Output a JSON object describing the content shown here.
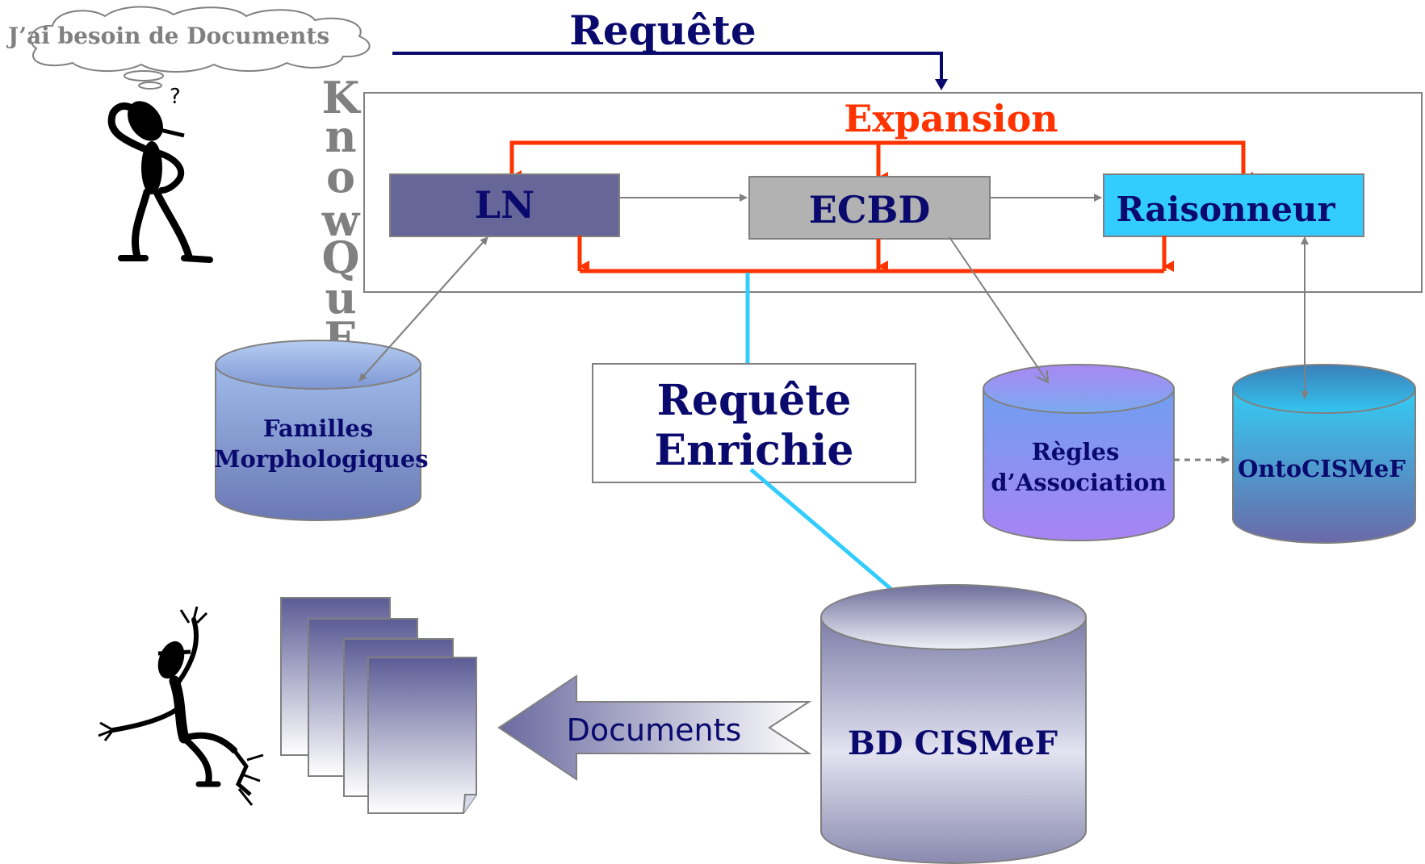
{
  "thought": {
    "text": "J’ai besoin de Documents"
  },
  "request_label": "Requête",
  "system": {
    "vertical_name": [
      "K",
      "n",
      "o",
      "w",
      "Q",
      "u",
      "E"
    ],
    "expansion_label": "Expansion",
    "modules": {
      "ln": "LN",
      "ecbd": "ECBD",
      "reasoner": "Raisonneur"
    }
  },
  "enriched": {
    "line1": "Requête",
    "line2": "Enrichie"
  },
  "databases": {
    "familles": {
      "line1": "Familles",
      "line2": "Morphologiques"
    },
    "regles": {
      "line1": "Règles",
      "line2": "d’Association"
    },
    "onto": {
      "label": "OntoCISMeF"
    },
    "cismef": {
      "label": "BD CISMeF"
    }
  },
  "documents_arrow": {
    "label": "Documents"
  },
  "colors": {
    "navy": "#0a0a6e",
    "expansion_red": "#ff3300",
    "ln_box": "#666699",
    "ecbd_box": "#b2b2b2",
    "reasoner_box": "#33ccff",
    "flow_cyan": "#33ccff",
    "grey_line": "#808080"
  },
  "icons": [
    "thought-cloud-icon",
    "confused-person-icon",
    "happy-person-icon",
    "document-stack-icon"
  ]
}
